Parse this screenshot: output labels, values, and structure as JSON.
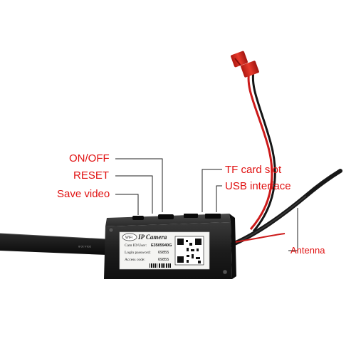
{
  "callouts": {
    "on_off": "ON/OFF",
    "reset": "RESET",
    "save_video": "Save video",
    "tf_card_slot": "TF card slot",
    "usb_interface": "USB interface",
    "antenna": "Antenna"
  },
  "device_label": {
    "wifi_badge": "WiFi",
    "title": "IP Camera",
    "uid_label": "Cam ID/User:",
    "uid_value": "E3505940G",
    "password_label": "Login password:",
    "password_value": "69855",
    "access_label": "Access code:",
    "access_value": "69855"
  },
  "ribbon_text": "2014.10.8",
  "colors": {
    "callout_text": "#e01010",
    "leader_line": "#222222",
    "device_body": "#1b1b1b",
    "wire_red": "#cc1a1a",
    "wire_black": "#151515",
    "connector_red": "#d8261c"
  }
}
